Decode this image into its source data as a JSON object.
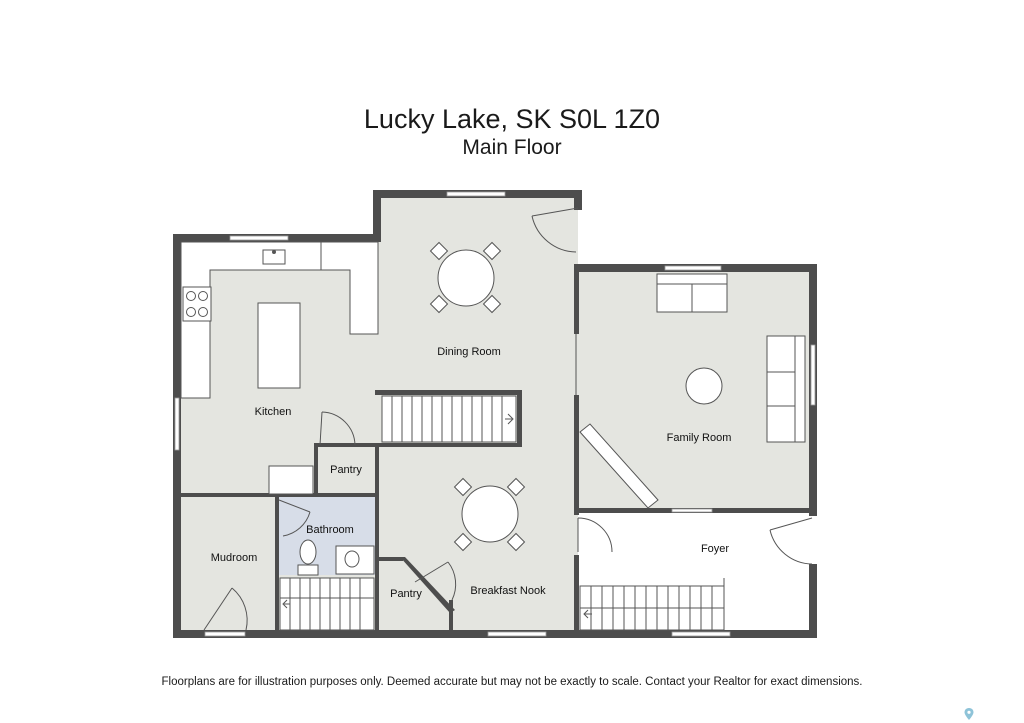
{
  "header": {
    "title": "Lucky Lake, SK S0L 1Z0",
    "subtitle": "Main Floor"
  },
  "rooms": {
    "kitchen": "Kitchen",
    "dining_room": "Dining Room",
    "family_room": "Family Room",
    "pantry_upper": "Pantry",
    "bathroom": "Bathroom",
    "mudroom": "Mudroom",
    "pantry_lower": "Pantry",
    "breakfast_nook": "Breakfast Nook",
    "foyer": "Foyer"
  },
  "footer": {
    "disclaimer": "Floorplans are for illustration purposes only. Deemed accurate but may not be exactly to scale. Contact your Realtor for exact dimensions."
  },
  "colors": {
    "wall": "#4d4d4d",
    "floor": "#e4e5e0",
    "bathroom_floor": "#d7dde8",
    "window": "#ffffff",
    "fixture_stroke": "#555555",
    "marker": "#8ec3d8"
  }
}
